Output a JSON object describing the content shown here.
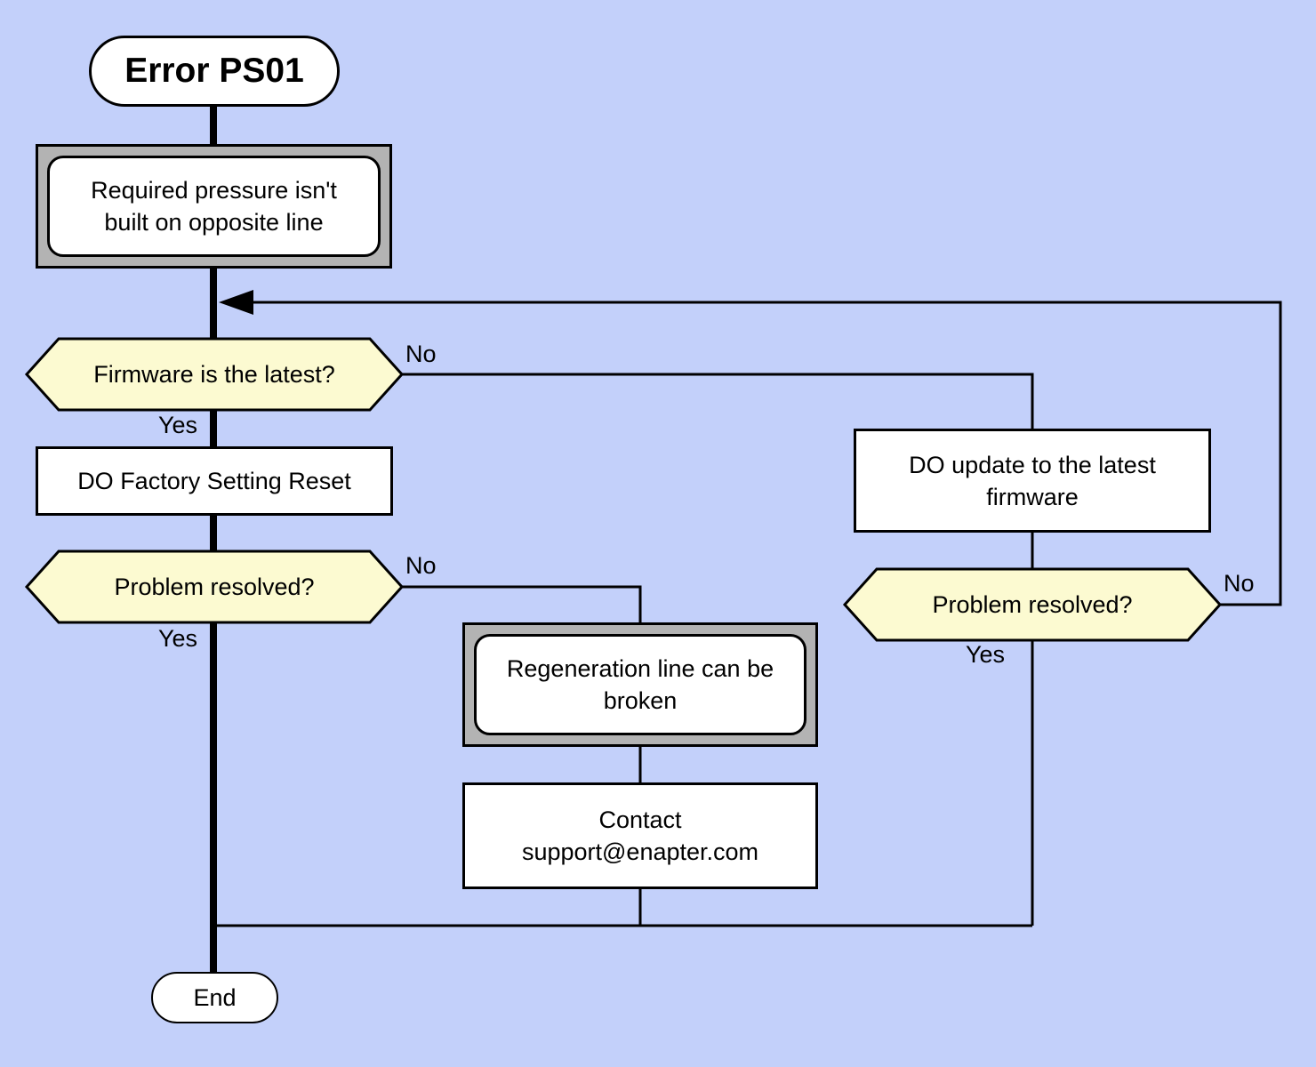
{
  "colors": {
    "background": "#c3d0fa",
    "node-fill": "#ffffff",
    "decision-fill": "#fcfad1",
    "frame-fill": "#b3b3b3",
    "stroke": "#000000"
  },
  "nodes": {
    "start": {
      "label": "Error PS01"
    },
    "pressure_note": {
      "lines": [
        "Required pressure isn't",
        "built on opposite line"
      ]
    },
    "firmware_latest_q": {
      "label": "Firmware is the latest?"
    },
    "factory_reset": {
      "label": "DO Factory Setting Reset"
    },
    "problem_resolved_left_q": {
      "label": "Problem resolved?"
    },
    "do_update": {
      "lines": [
        "DO update to the latest",
        "firmware"
      ]
    },
    "problem_resolved_right_q": {
      "label": "Problem resolved?"
    },
    "regeneration_note": {
      "lines": [
        "Regeneration line can be",
        "broken"
      ]
    },
    "contact_support": {
      "lines": [
        "Contact",
        "support@enapter.com"
      ]
    },
    "end": {
      "label": "End"
    }
  },
  "edge_labels": {
    "firmware_no": "No",
    "firmware_yes": "Yes",
    "problem_left_no": "No",
    "problem_left_yes": "Yes",
    "problem_right_no": "No",
    "problem_right_yes": "Yes"
  }
}
